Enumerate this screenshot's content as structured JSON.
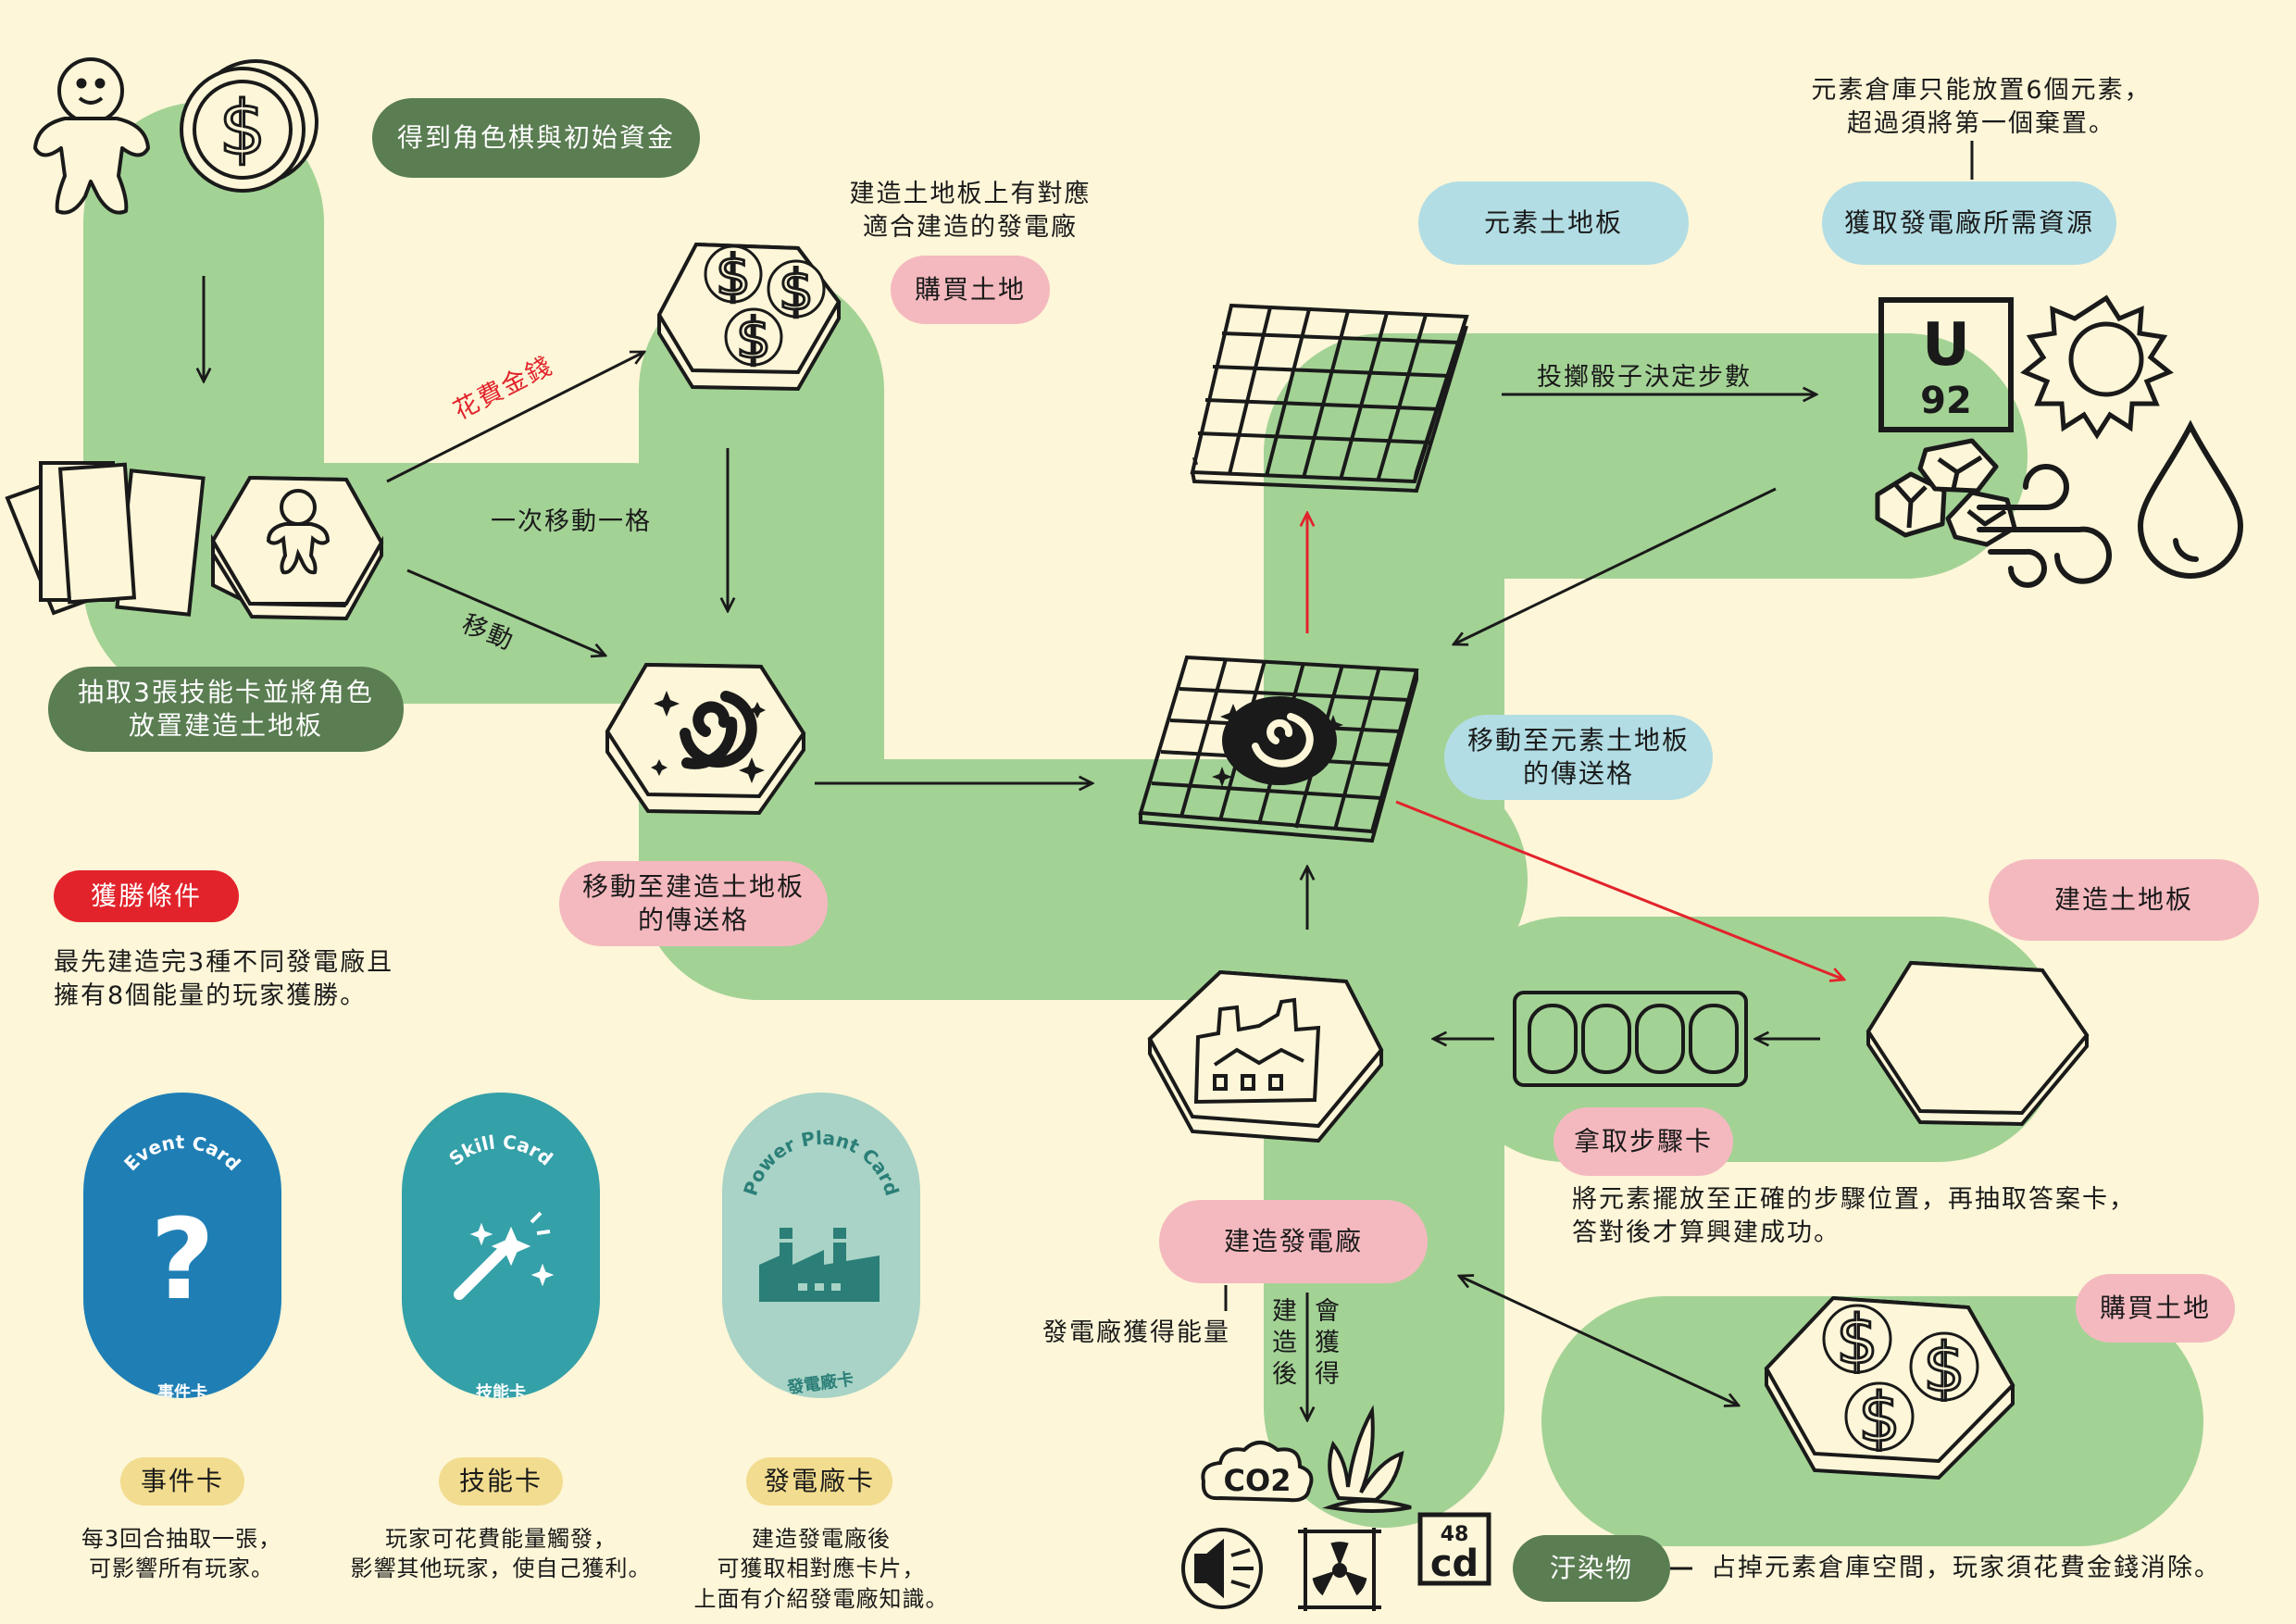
{
  "setup": {
    "start_label": "得到角色棋與初始資金",
    "draw_label": "抽取3張技能卡並將角色\n放置建造土地板"
  },
  "flow": {
    "spend_money": "花費金錢",
    "move_one_step": "一次移動一格",
    "move": "移動",
    "buy_land_note": "建造土地板上有對應\n適合建造的發電廠",
    "buy_land": "購買土地",
    "move_portal_build": "移動至建造土地板\n的傳送格",
    "element_land": "元素土地板",
    "roll_dice": "投擲骰子決定步數",
    "get_resources": "獲取發電廠所需資源",
    "storage_note": "元素倉庫只能放置6個元素，\n超過須將第一個棄置。",
    "move_portal_element": "移動至元素土地板\n的傳送格",
    "build_land": "建造土地板",
    "take_step_card": "拿取步驟卡",
    "step_note": "將元素擺放至正確的步驟位置，再抽取答案卡，\n答對後才算興建成功。",
    "build_plant": "建造發電廠",
    "energy_gain": "發電廠獲得能量",
    "after_build": [
      "建",
      "造",
      "後"
    ],
    "will_gain": [
      "會",
      "獲",
      "得"
    ],
    "buy_land_2": "購買土地",
    "pollutant": "汙染物",
    "pollutant_note": "占掉元素倉庫空間，玩家須花費金錢消除。",
    "co2_label": "CO2",
    "cd_number": "48",
    "cd_symbol": "cd",
    "uranium_symbol": "U",
    "uranium_number": "92"
  },
  "win": {
    "title": "獲勝條件",
    "desc": "最先建造完3種不同發電廠且\n擁有8個能量的玩家獲勝。"
  },
  "cards": [
    {
      "arc": "Event Card",
      "bottom": "事件卡",
      "name": "事件卡",
      "desc": "每3回合抽取一張，\n可影響所有玩家。",
      "color": "#1f7fb5"
    },
    {
      "arc": "Skill Card",
      "bottom": "技能卡",
      "name": "技能卡",
      "desc": "玩家可花費能量觸發，\n影響其他玩家，使自己獲利。",
      "color": "#34a0a8"
    },
    {
      "arc": "Power Plant Card",
      "bottom": "發電廠卡",
      "name": "發電廠卡",
      "desc": "建造發電廠後\n可獲取相對應卡片，\n上面有介紹發電廠知識。",
      "color": "#a8d3c6"
    }
  ],
  "colors": {
    "path": "#a3d295",
    "bg": "#fdf6d8",
    "dark_green": "#5a7d52",
    "pink": "#f4b9bf",
    "blue": "#b2dde4",
    "red": "#e2232b",
    "yellow": "#f2dc8f"
  },
  "icons": [
    "person-icon",
    "coin-icon",
    "cards-icon",
    "hex-person-icon",
    "hex-coins-icon",
    "hex-portal-icon",
    "grid-icon",
    "grid-portal-icon",
    "uranium-icon",
    "sun-icon",
    "coal-icon",
    "wind-icon",
    "water-drop-icon",
    "hex-factory-icon",
    "step-card-icon",
    "hex-blank-icon",
    "hex-coins-2-icon",
    "co2-icon",
    "seaweed-icon",
    "noise-icon",
    "radiation-icon",
    "cadmium-icon"
  ]
}
